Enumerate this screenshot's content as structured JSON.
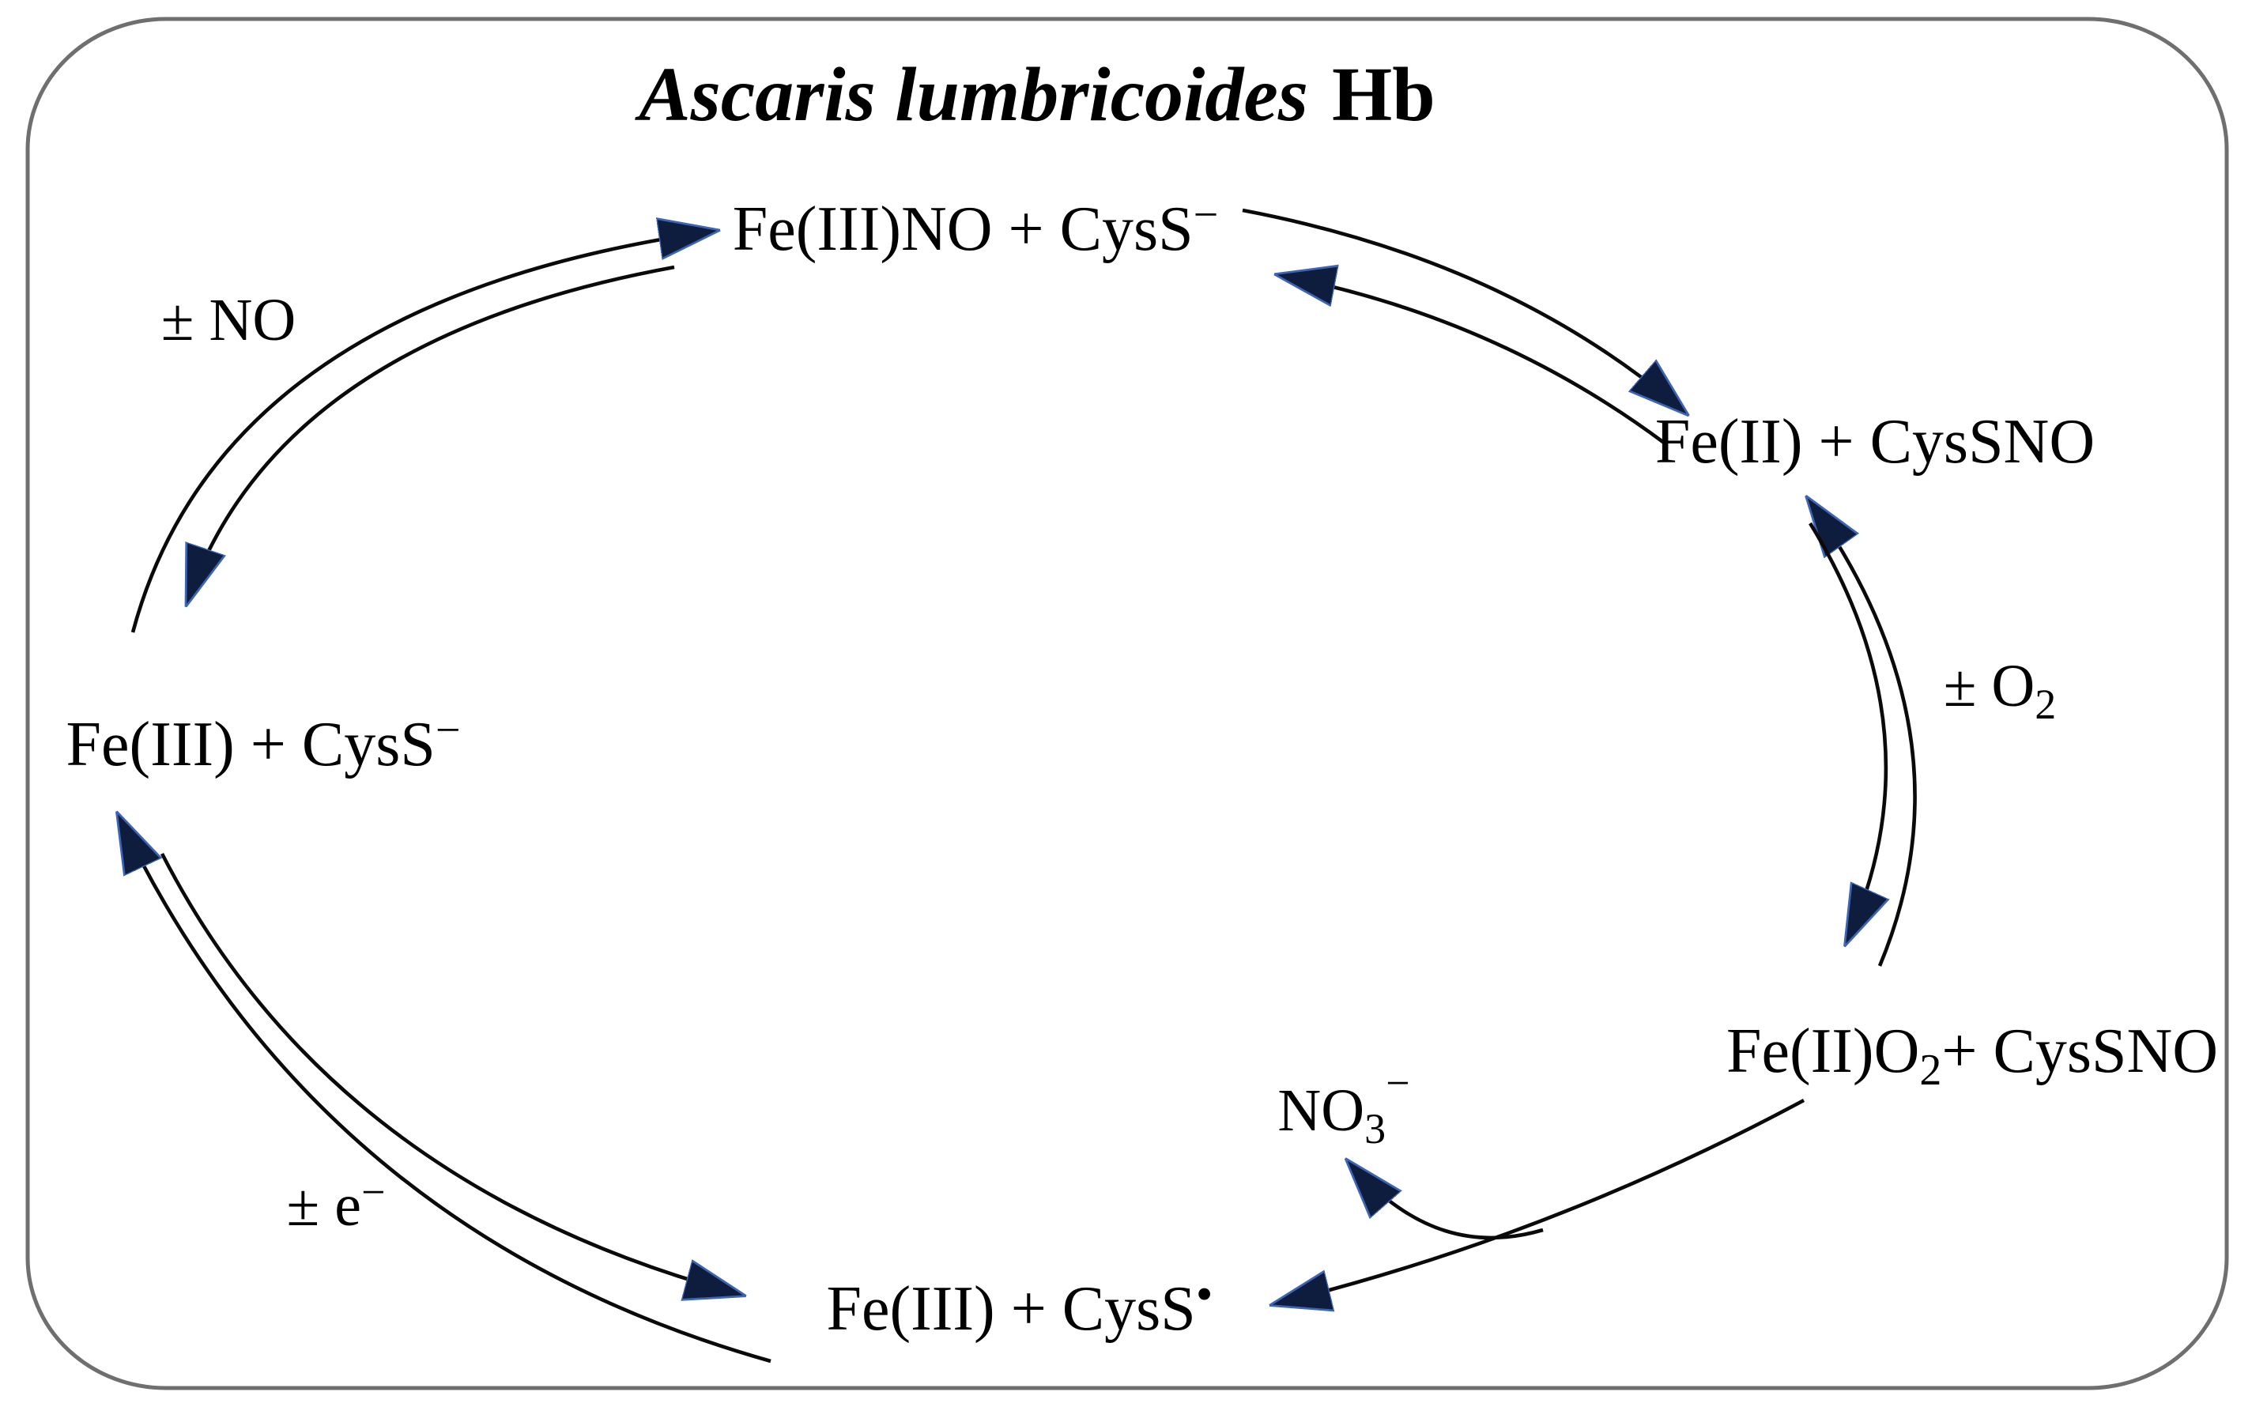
{
  "title": {
    "species": "Ascaris lumbricoides",
    "suffix": "Hb"
  },
  "nodes": {
    "top": {
      "main": "Fe(III)NO + CysS",
      "sup": "−"
    },
    "right": {
      "main": "Fe(II) + CysSNO"
    },
    "bottom_right": {
      "main": "Fe(II)O",
      "sub": "2",
      "rest": "+ CysSNO"
    },
    "bottom": {
      "main": "Fe(III) + CysS",
      "sup": "•"
    },
    "left": {
      "main": "Fe(III) + CysS",
      "sup": "−"
    }
  },
  "labels": {
    "nitric_oxide": {
      "main": "± NO"
    },
    "oxygen": {
      "main": "± O",
      "sub": "2"
    },
    "electron": {
      "main": "± e",
      "sup": "−"
    },
    "nitrate": {
      "main": "NO",
      "sub": "3",
      "sup": "−"
    }
  },
  "colors": {
    "line": "#0a0a0a",
    "arrowhead_fill": "#0e1d3d",
    "arrowhead_edge": "#3e64b4",
    "border": "#6f6f6f",
    "text": "#000000"
  }
}
